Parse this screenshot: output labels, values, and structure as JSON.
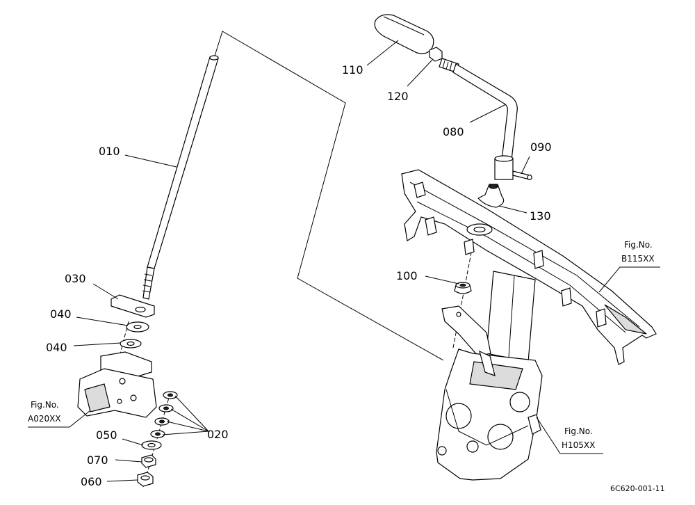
{
  "labels": {
    "p010": "010",
    "p020": "020",
    "p030": "030",
    "p040a": "040",
    "p040b": "040",
    "p050": "050",
    "p060": "060",
    "p070": "070",
    "p080": "080",
    "p090": "090",
    "p100": "100",
    "p110": "110",
    "p120": "120",
    "p130": "130"
  },
  "figrefs": {
    "a020": {
      "title": "Fig.No.",
      "code": "A020XX"
    },
    "b115": {
      "title": "Fig.No.",
      "code": "B115XX"
    },
    "h105": {
      "title": "Fig.No.",
      "code": "H105XX"
    }
  },
  "drawing_code": "6C620-001-11"
}
